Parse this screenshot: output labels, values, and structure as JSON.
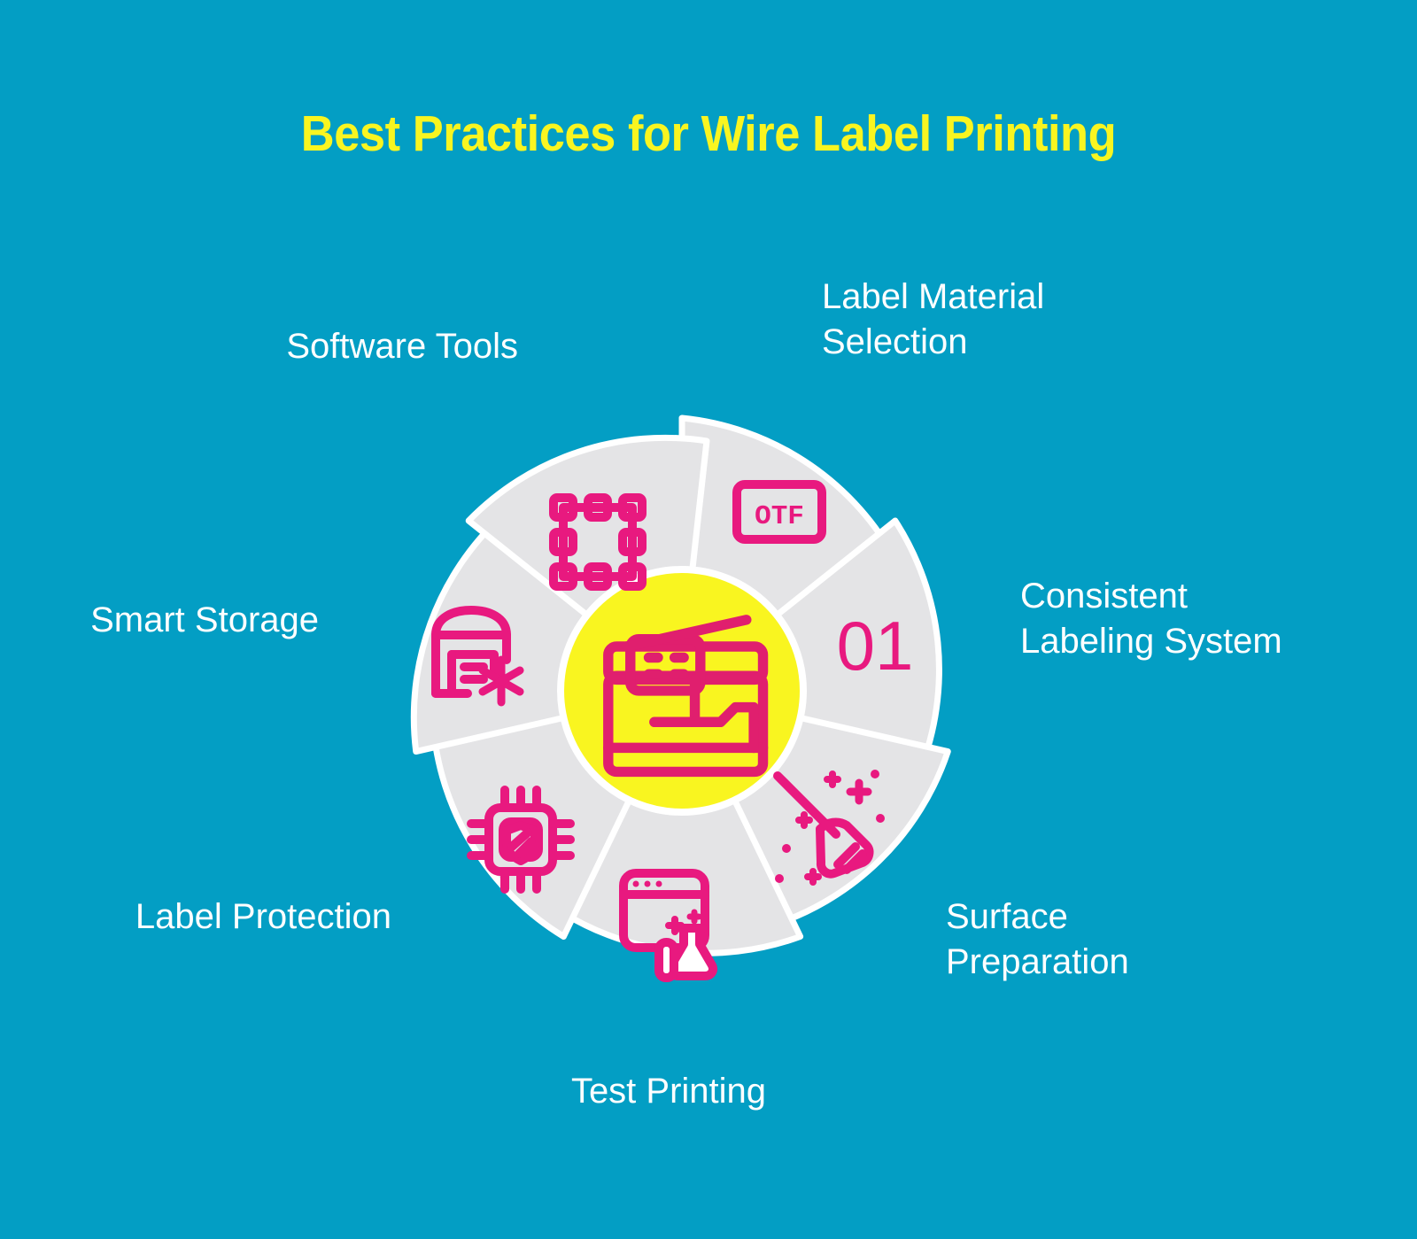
{
  "meta": {
    "background_color": "#039ec4",
    "accent_yellow": "#f9f520",
    "accent_pink": "#e8197f",
    "segment_gray": "#e4e4e6",
    "label_white": "#ffffff"
  },
  "title": "Best Practices for Wire Label Printing",
  "center": {
    "icon": "label-printer-icon",
    "circle_color": "#f9f520"
  },
  "step_number": "01",
  "segments": [
    {
      "index": 1,
      "label": "Label Material\nSelection",
      "icon": "otf-font-file-icon",
      "icon_text": "OTF",
      "position": "top-right"
    },
    {
      "index": 2,
      "label": "Consistent\nLabeling System",
      "icon": "number-01",
      "icon_text": "01",
      "position": "right"
    },
    {
      "index": 3,
      "label": "Surface\nPreparation",
      "icon": "broom-sparkles-icon",
      "icon_text": "",
      "position": "bottom-right"
    },
    {
      "index": 4,
      "label": "Test Printing",
      "icon": "browser-flask-icon",
      "icon_text": "",
      "position": "bottom"
    },
    {
      "index": 5,
      "label": "Label Protection",
      "icon": "chip-shield-icon",
      "icon_text": "",
      "position": "bottom-left"
    },
    {
      "index": 6,
      "label": "Smart Storage",
      "icon": "warehouse-snowflake-icon",
      "icon_text": "",
      "position": "left"
    },
    {
      "index": 7,
      "label": "Software Tools",
      "icon": "selection-frame-icon",
      "icon_text": "",
      "position": "top-left"
    }
  ]
}
